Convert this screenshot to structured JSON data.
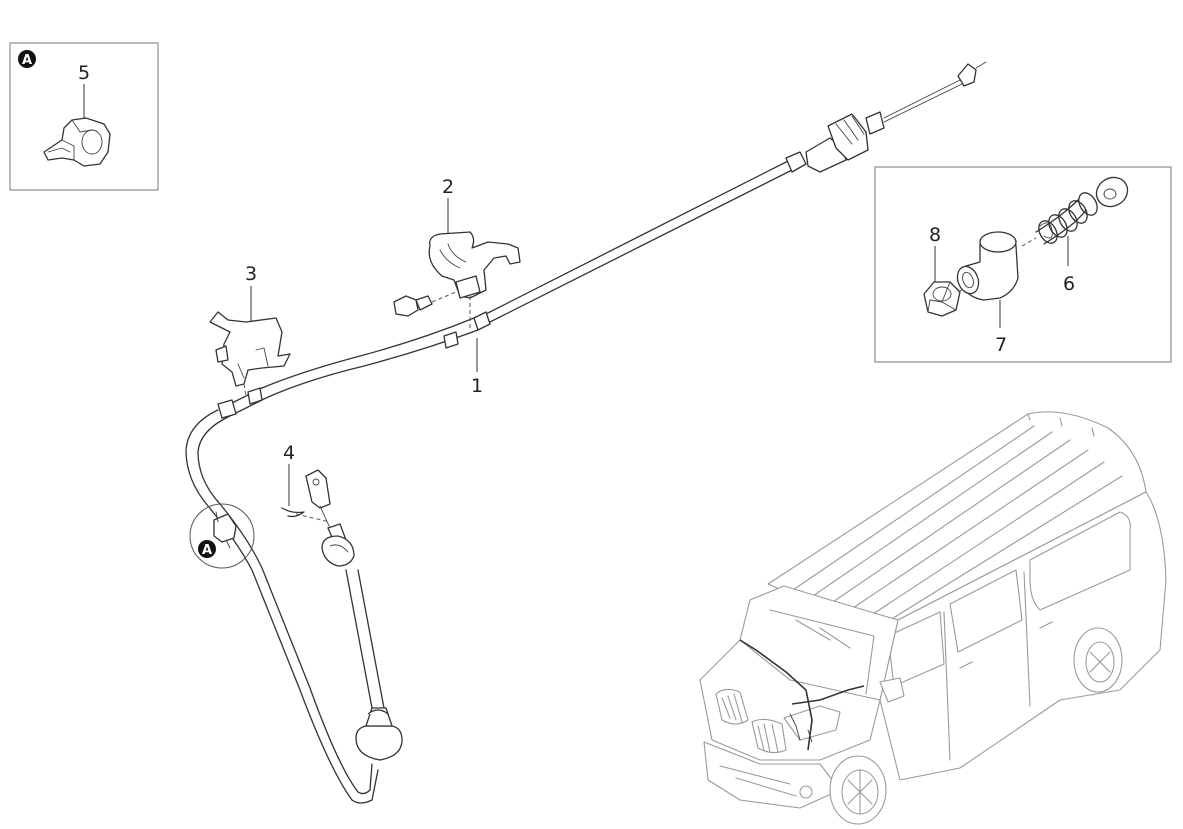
{
  "callout_letter": "A",
  "parts": [
    {
      "number": "1"
    },
    {
      "number": "2"
    },
    {
      "number": "3"
    },
    {
      "number": "4"
    },
    {
      "number": "5"
    },
    {
      "number": "6"
    },
    {
      "number": "7"
    },
    {
      "number": "8"
    }
  ]
}
